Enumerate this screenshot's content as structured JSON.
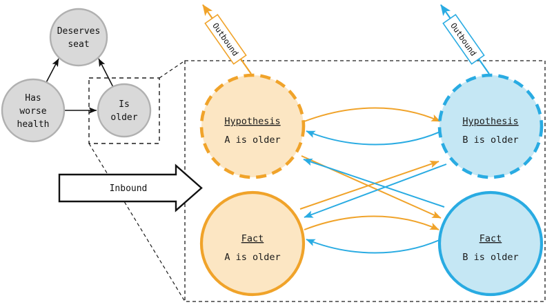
{
  "diagram": {
    "title": "Inbound and outbound hypothesis-fact reasoning diagram",
    "colors": {
      "orange_stroke": "#F0A32A",
      "orange_fill": "#FCE6C3",
      "blue_stroke": "#29ABE2",
      "blue_fill": "#C5E7F4",
      "gray_stroke": "#B0B0B0",
      "gray_fill": "#D9D9D9",
      "black": "#1a1a1a",
      "dash_gray": "#4d4d4d"
    }
  },
  "left_graph": {
    "name": "causal-graph",
    "nodes": [
      {
        "id": "deserves-seat",
        "line1": "Deserves",
        "line2": "seat"
      },
      {
        "id": "has-worse-health",
        "line1": "Has",
        "line2": "worse",
        "line3": "health"
      },
      {
        "id": "is-older",
        "line1": "Is",
        "line2": "older"
      }
    ],
    "highlight_box_label": "is-older-selection-box"
  },
  "flow": {
    "inbound_label": "Inbound",
    "outbound_label_left": "Outbound",
    "outbound_label_right": "Outbound"
  },
  "main_panel": {
    "nodes": [
      {
        "id": "hypothesis-a",
        "kind": "Hypothesis",
        "title": "Hypothesis",
        "statement": "A is older",
        "side": "A",
        "color": "orange",
        "border": "dashed"
      },
      {
        "id": "hypothesis-b",
        "kind": "Hypothesis",
        "title": "Hypothesis",
        "statement": "B is older",
        "side": "B",
        "color": "blue",
        "border": "dashed"
      },
      {
        "id": "fact-a",
        "kind": "Fact",
        "title": "Fact",
        "statement": "A is older",
        "side": "A",
        "color": "orange",
        "border": "solid"
      },
      {
        "id": "fact-b",
        "kind": "Fact",
        "title": "Fact",
        "statement": "B is older",
        "side": "B",
        "color": "blue",
        "border": "solid"
      }
    ],
    "edges": [
      {
        "id": "edge-hypA-to-hypB",
        "from": "hypothesis-a",
        "to": "hypothesis-b",
        "color": "orange",
        "shape": "curve"
      },
      {
        "id": "edge-hypB-to-hypA",
        "from": "hypothesis-b",
        "to": "hypothesis-a",
        "color": "blue",
        "shape": "curve"
      },
      {
        "id": "edge-factA-to-hypB",
        "from": "fact-a",
        "to": "hypothesis-b",
        "color": "orange",
        "shape": "diagonal"
      },
      {
        "id": "edge-hypB-to-factA",
        "from": "hypothesis-b",
        "to": "fact-a",
        "color": "blue",
        "shape": "diagonal"
      },
      {
        "id": "edge-factA-to-factB",
        "from": "fact-a",
        "to": "fact-b",
        "color": "orange",
        "shape": "curve"
      },
      {
        "id": "edge-factB-to-factA",
        "from": "fact-b",
        "to": "fact-a",
        "color": "blue",
        "shape": "curve"
      },
      {
        "id": "edge-factB-to-hypA",
        "from": "fact-b",
        "to": "hypothesis-a",
        "color": "blue",
        "shape": "diagonal"
      },
      {
        "id": "edge-hypA-to-factB",
        "from": "hypothesis-a",
        "to": "fact-b",
        "color": "orange",
        "shape": "diagonal"
      }
    ]
  }
}
